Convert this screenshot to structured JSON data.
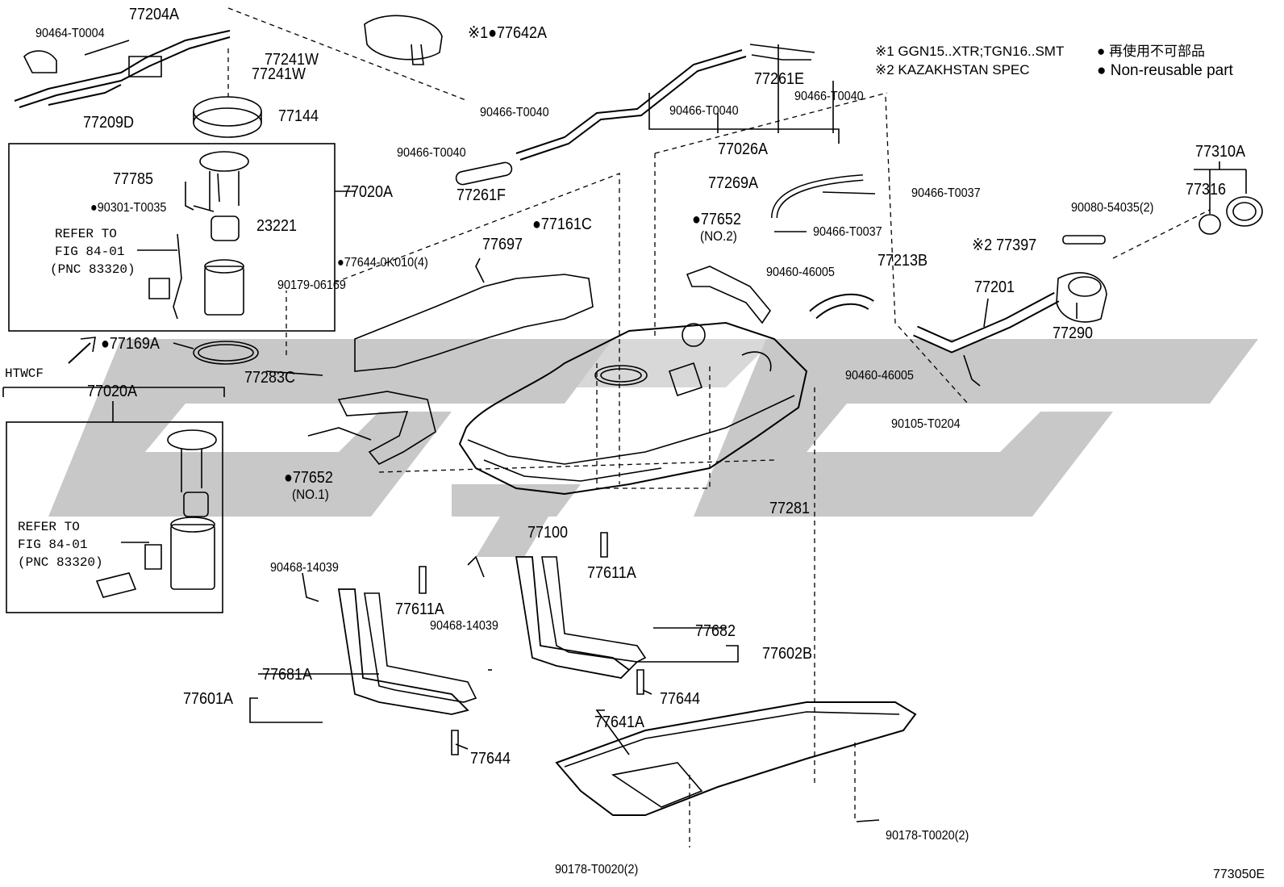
{
  "notes": {
    "note1": "※1 GGN15..XTR;TGN16..SMT",
    "note2": "※2 KAZAKHSTAN SPEC",
    "legend_jp": "● 再使用不可部品",
    "legend_en": "● Non-reusable part"
  },
  "figure_code": "773050E",
  "boxes": {
    "variant_tag": "HTWCF",
    "upper_ref": {
      "line1": "REFER TO",
      "line2": "FIG 84-01",
      "line3": "(PNC 83320)"
    },
    "lower_ref": {
      "line1": "REFER TO",
      "line2": "FIG 84-01",
      "line3": "(PNC 83320)"
    }
  },
  "parts": {
    "p77204A": "77204A",
    "p90464T0004": "90464-T0004",
    "p77209D": "77209D",
    "p77241W_a": "77241W",
    "p77241W_b": "77241W",
    "p77144": "77144",
    "p77642A": "※1●77642A",
    "p77785": "77785",
    "p90301T0035": "●90301-T0035",
    "p23221": "23221",
    "p77020A_upper": "77020A",
    "p77169A": "●77169A",
    "p77020A_lower": "77020A",
    "p90466T0040_a": "90466-T0040",
    "p90466T0040_b": "90466-T0040",
    "p77261F": "77261F",
    "p90466T0040_c": "90466-T0040",
    "p90466T0040_d": "90466-T0040",
    "p77261E": "77261E",
    "p77026A": "77026A",
    "p77269A": "77269A",
    "p90466T0037_a": "90466-T0037",
    "p90466T0037_b": "90466-T0037",
    "p77310A": "77310A",
    "p77316": "77316",
    "p90080_54035": "90080-54035(2)",
    "p77397": "※2 77397",
    "p77201": "77201",
    "p77290": "77290",
    "p77652_no2": "●77652",
    "p77652_no2_sub": "(NO.2)",
    "p90460_46005_a": "90460-46005",
    "p77213B": "77213B",
    "p90460_46005_b": "90460-46005",
    "p90105T0204": "90105-T0204",
    "p77161C": "●77161C",
    "p77697": "77697",
    "p77644_0K010": "●77644-0K010(4)",
    "p90179_06169": "90179-06169",
    "p77283C": "77283C",
    "p77652_no1": "●77652",
    "p77652_no1_sub": "(NO.1)",
    "p77281": "77281",
    "p77100": "77100",
    "p90468_14039_a": "90468-14039",
    "p77611A_a": "77611A",
    "p90468_14039_b": "90468-14039",
    "p77611A_b": "77611A",
    "p77682": "77682",
    "p77602B": "77602B",
    "p77681A": "77681A",
    "p77601A": "77601A",
    "p77644_a": "77644",
    "p77644_b": "77644",
    "p77641A": "77641A",
    "p90178T0020_a": "90178-T0020(2)",
    "p90178T0020_b": "90178-T0020(2)"
  }
}
